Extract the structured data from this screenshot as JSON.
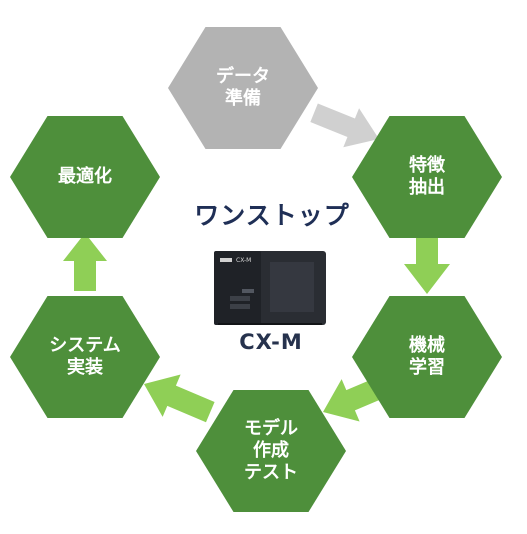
{
  "title": "ワンストップ",
  "product": {
    "name": "CX-M",
    "front_label": "CX-M"
  },
  "nodes": [
    {
      "id": "data-prep",
      "lines": [
        "データ",
        "準備"
      ],
      "color": "#b3b3b3",
      "text_color": "#ffffff"
    },
    {
      "id": "feature-extraction",
      "lines": [
        "特徴",
        "抽出"
      ],
      "color": "#4e8f3b",
      "text_color": "#ffffff"
    },
    {
      "id": "machine-learning",
      "lines": [
        "機械",
        "学習"
      ],
      "color": "#4e8f3b",
      "text_color": "#ffffff"
    },
    {
      "id": "model-test",
      "lines": [
        "モデル",
        "作成",
        "テスト"
      ],
      "color": "#4e8f3b",
      "text_color": "#ffffff"
    },
    {
      "id": "system-implementation",
      "lines": [
        "システム",
        "実装"
      ],
      "color": "#4e8f3b",
      "text_color": "#ffffff"
    },
    {
      "id": "optimization",
      "lines": [
        "最適化"
      ],
      "color": "#4e8f3b",
      "text_color": "#ffffff"
    }
  ],
  "edges": [
    {
      "from": "data-prep",
      "to": "feature-extraction",
      "color": "#d0d0d0"
    },
    {
      "from": "feature-extraction",
      "to": "machine-learning",
      "color": "#8fcf56"
    },
    {
      "from": "machine-learning",
      "to": "model-test",
      "color": "#8fcf56"
    },
    {
      "from": "model-test",
      "to": "system-implementation",
      "color": "#8fcf56"
    },
    {
      "from": "system-implementation",
      "to": "optimization",
      "color": "#8fcf56"
    }
  ]
}
